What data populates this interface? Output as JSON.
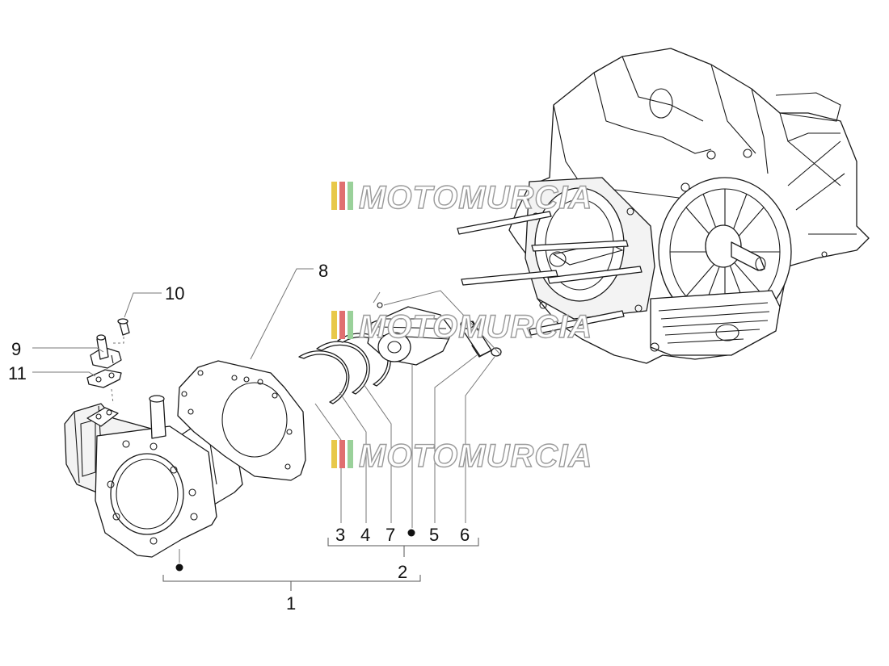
{
  "watermark": {
    "text": "MOTOMURCIA",
    "colors": [
      "#e8c84a",
      "#e07070",
      "#9ad19a"
    ]
  },
  "colors": {
    "line": "#1a1a1a",
    "leader": "#777777",
    "background": "#ffffff"
  },
  "callouts": {
    "c1": "1",
    "c2": "2",
    "c3": "3",
    "c4": "4",
    "c5": "5",
    "c6": "6",
    "c7": "7",
    "c8": "8",
    "c9": "9",
    "c10": "10",
    "c11": "11"
  }
}
